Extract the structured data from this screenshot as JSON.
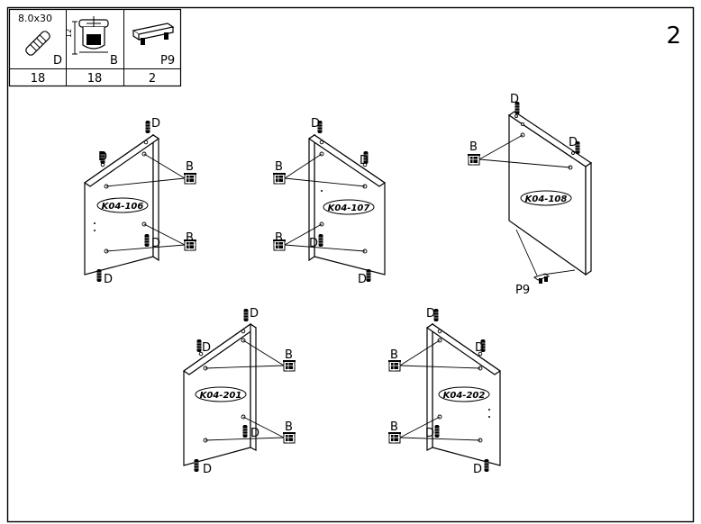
{
  "step_number": "2",
  "parts_table": {
    "columns": [
      {
        "id": "dowel",
        "dimension": "8.0x30",
        "code": "D",
        "quantity": "18",
        "icon": "dowel-icon"
      },
      {
        "id": "cam",
        "dimension": "12",
        "code": "B",
        "quantity": "18",
        "icon": "cam-lock-icon"
      },
      {
        "id": "bracket",
        "dimension": "",
        "code": "P9",
        "quantity": "2",
        "icon": "bracket-icon"
      }
    ]
  },
  "panels": [
    {
      "id": "K04-106",
      "label": "K04-106",
      "dowel_label": "D",
      "cam_label": "B"
    },
    {
      "id": "K04-107",
      "label": "K04-107",
      "dowel_label": "D",
      "cam_label": "B"
    },
    {
      "id": "K04-108",
      "label": "K04-108",
      "dowel_label": "D",
      "cam_label": "B",
      "bracket_label": "P9"
    },
    {
      "id": "K04-201",
      "label": "K04-201",
      "dowel_label": "D",
      "cam_label": "B"
    },
    {
      "id": "K04-202",
      "label": "K04-202",
      "dowel_label": "D",
      "cam_label": "B"
    }
  ]
}
